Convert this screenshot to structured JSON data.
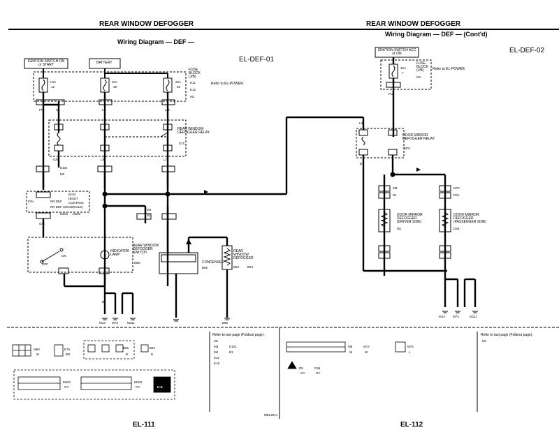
{
  "left": {
    "title": "REAR WINDOW DEFOGGER",
    "subtitle": "Wiring Diagram — DEF —",
    "code": "EL-DEF-01",
    "page": "EL-111",
    "ignition": "IGNITION SWITCH ON or START",
    "battery": "BATTERY",
    "fuse_block": "FUSE BLOCK (J/B)",
    "refer_power": "Refer to EL-POWER.",
    "fuses": [
      {
        "amp": "7.5A",
        "num": "12"
      },
      {
        "amp": "20A",
        "num": "38"
      },
      {
        "amp": "20A",
        "num": "39"
      }
    ],
    "fuse_conns": [
      "E11",
      "E12",
      "M1"
    ],
    "relay": "REAR WINDOW DEFOGGER RELAY",
    "relay_conn": "E76",
    "bcm": [
      "BCM",
      "(BODY",
      "CONTROL",
      "MODULE)"
    ],
    "bcm_pins": [
      "IGN",
      "RR DEF",
      "RR DEF SW"
    ],
    "bcm_conns": [
      "M101",
      "M102"
    ],
    "switch_label": "REAR WINDOW DEFOGGER SWITCH",
    "switch_conn": "M60",
    "switch_on": "ON",
    "switch_off": "OFF",
    "indicator": "INDICATOR LAMP",
    "condenser": "CONDENSER",
    "condenser_conn": "B55",
    "defogger": "REAR WINDOW DEFOGGER",
    "defogger_conns": [
      "B55",
      "B54"
    ],
    "mid_conns": [
      "E101",
      "M2"
    ],
    "mid_conns2": [
      "M4",
      "B1"
    ],
    "grounds": [
      "M13",
      "M73",
      "M111"
    ],
    "ground_b": "B55",
    "wires": [
      "P/G",
      "G",
      "L",
      "L/B",
      "G/B",
      "L/R",
      "L/Y",
      "G/R",
      "B"
    ],
    "footer_refer": "Refer to last page (Foldout page).",
    "footer_conns": [
      "M1",
      "M3",
      "M4",
      "E11",
      "E19",
      "E101",
      "B1"
    ],
    "footer_small": [
      "M60",
      "W",
      "E76",
      "BR",
      "B55",
      "B",
      "B54",
      "B",
      "M101",
      "GY",
      "M102",
      "GY"
    ],
    "footer_hs": "H.S.",
    "mark": "MEL201J"
  },
  "right": {
    "title": "REAR WINDOW DEFOGGER",
    "subtitle": "Wiring Diagram — DEF — (Cont'd)",
    "code": "EL-DEF-02",
    "page": "EL-112",
    "ignition": "IGNITION SWITCH ACC or ON",
    "fuse_block": "FUSE BLOCK (J/B)",
    "refer_power": "Refer to EL-POWER.",
    "fuse": {
      "amp": "10A",
      "num": "7"
    },
    "fuse_conn": "M1",
    "relay": "DOOR MIRROR DEFOGGER RELAY",
    "relay_conn": "M76",
    "driver": "DOOR MIRROR DEFOGGER (DRIVER SIDE)",
    "driver_conn": "D5",
    "passenger": "DOOR MIRROR DEFOGGER (PASSENGER SIDE)",
    "passenger_conn": "D36",
    "conns": [
      "M8",
      "D1",
      "M74",
      "D31"
    ],
    "grounds": [
      "M13",
      "M73",
      "M111"
    ],
    "wires": [
      "PU",
      "L/R",
      "B"
    ],
    "footer_refer": "Refer to last page (Foldout page).",
    "footer_conns": [
      "M1"
    ],
    "footer_small": [
      "M8",
      "W",
      "M74",
      "W",
      "M76",
      "L",
      "D5",
      "GY",
      "D36",
      "GY"
    ]
  }
}
